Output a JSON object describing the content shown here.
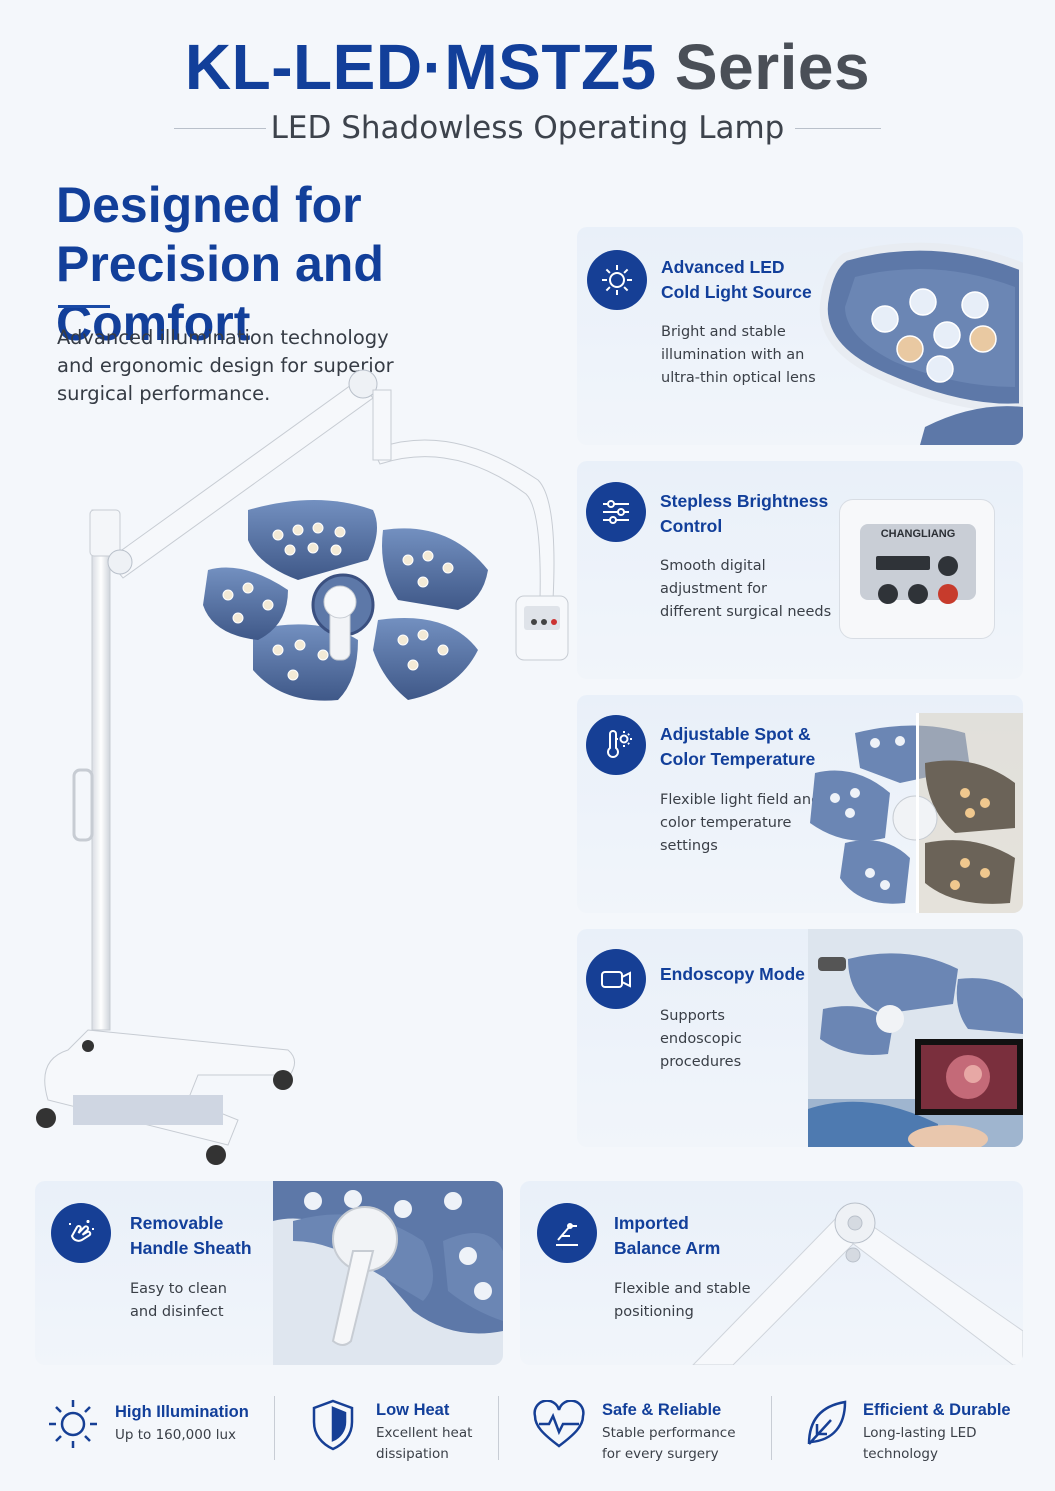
{
  "header": {
    "title_part1": "KL-LED·MSTZ5",
    "title_part2": "Series",
    "subtitle": "LED Shadowless Operating Lamp"
  },
  "hero": {
    "heading_line1": "Designed for",
    "heading_line2": "Precision and Comfort",
    "description": "Advanced illumination technology and ergonomic design for superior surgical performance."
  },
  "features": [
    {
      "title_line1": "Advanced LED",
      "title_line2": "Cold Light Source",
      "desc_lines": [
        "Bright and stable",
        "illumination with an",
        "ultra-thin optical lens"
      ],
      "icon": "sun-icon"
    },
    {
      "title_line1": "Stepless Brightness",
      "title_line2": "Control",
      "desc_lines": [
        "Smooth digital",
        "adjustment for",
        "different surgical needs"
      ],
      "icon": "sliders-icon"
    },
    {
      "title_line1": "Adjustable Spot &",
      "title_line2": "Color Temperature",
      "desc_lines": [
        "Flexible light field and",
        "color temperature",
        "settings"
      ],
      "icon": "thermometer-sun-icon"
    },
    {
      "title_line1": "Endoscopy Mode",
      "title_line2": "",
      "desc_lines": [
        "Supports",
        "endoscopic",
        "procedures"
      ],
      "icon": "camera-icon"
    }
  ],
  "control_panel_brand": "CHANGLIANG",
  "wide_features": [
    {
      "title_line1": "Removable",
      "title_line2": "Handle Sheath",
      "desc_lines": [
        "Easy to clean",
        "and disinfect"
      ],
      "icon": "hand-sparkle-icon"
    },
    {
      "title_line1": "Imported",
      "title_line2": "Balance Arm",
      "desc_lines": [
        "Flexible and stable",
        "positioning"
      ],
      "icon": "balance-arm-icon"
    }
  ],
  "footer": [
    {
      "title": "High Illumination",
      "desc_lines": [
        "Up to 160,000 lux"
      ],
      "icon": "sun-outline-icon"
    },
    {
      "title": "Low Heat",
      "desc_lines": [
        "Excellent heat",
        "dissipation"
      ],
      "icon": "shield-icon"
    },
    {
      "title": "Safe & Reliable",
      "desc_lines": [
        "Stable performance",
        "for every surgery"
      ],
      "icon": "heart-pulse-icon"
    },
    {
      "title": "Efficient & Durable",
      "desc_lines": [
        "Long-lasting LED",
        "technology"
      ],
      "icon": "leaf-icon"
    }
  ],
  "colors": {
    "brand_blue": "#123f9a",
    "icon_blue": "#163f95",
    "lamp_blue": "#5b75a3",
    "text_gray": "#3a3f47"
  }
}
